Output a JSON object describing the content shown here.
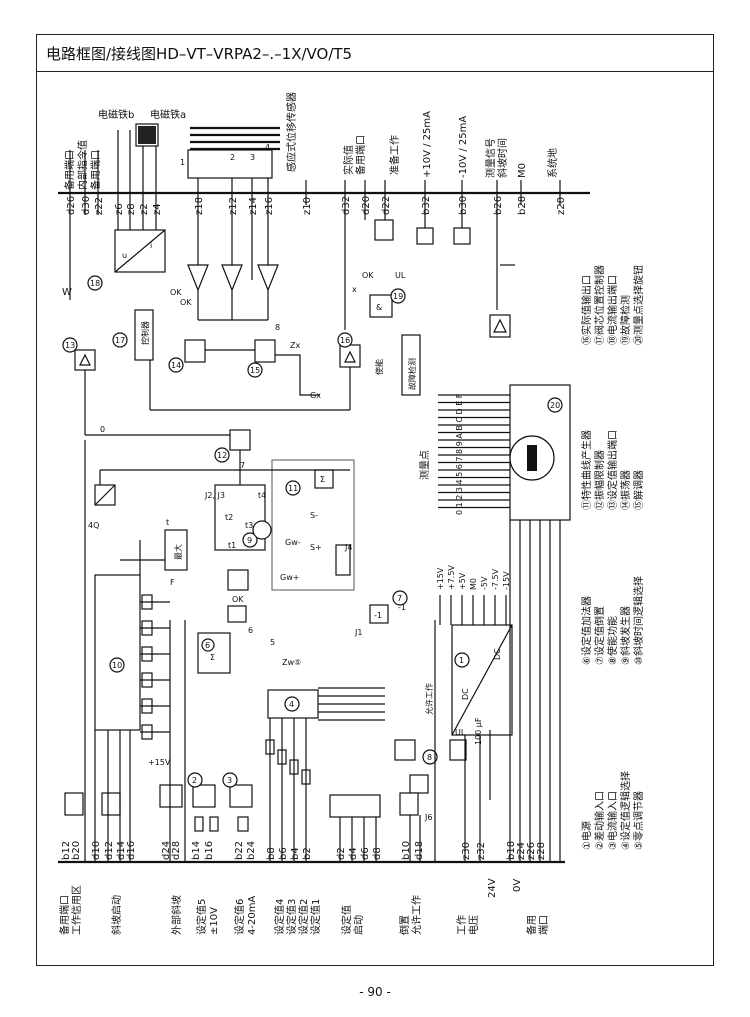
{
  "header": {
    "title": "电路框图/接线图HD–VT–VRPA2–.–1X/VO/T5"
  },
  "footer": {
    "page": "- 90 -"
  },
  "diagram": {
    "solenoids": {
      "b": "电磁铁b",
      "a": "电磁铁a"
    },
    "sensor_label": "感应式位移传感器",
    "top_labels": {
      "spare_left": "备用端口",
      "internal_cmd": "内部指令值",
      "spare_left2": "备用端口",
      "actual": "实际值",
      "spare_mid": "备用端口",
      "ready": "准备工作",
      "plus10v": "+10V / 25mA",
      "minus10v": "-10V / 25mA",
      "meas_signal": "测量信号",
      "ramp_time": "斜坡时间",
      "m0": "M0",
      "system_gnd": "系统地"
    },
    "top_pins": [
      "d26",
      "d30",
      "z22",
      "z6",
      "z8",
      "z2",
      "z4",
      "z18",
      "z12",
      "z14",
      "z16",
      "z10",
      "d32",
      "d20",
      "d22",
      "b32",
      "b30",
      "b26",
      "b28",
      "z20"
    ],
    "bottom_pins": [
      "b12",
      "b20",
      "d10",
      "d12",
      "d14",
      "d16",
      "d24",
      "d28",
      "b14",
      "b16",
      "b22",
      "b24",
      "b8",
      "b6",
      "b4",
      "b2",
      "d2",
      "d4",
      "d6",
      "d8",
      "b10",
      "d18",
      "z30",
      "z32",
      "b18",
      "z24",
      "z26",
      "z28"
    ],
    "bottom_labels": {
      "spare": "备用端口",
      "work_zone": "工作信用区",
      "ramp_start": "斜坡启动",
      "ext_ramp": "外部斜坡",
      "sp5": "设定值5",
      "pm10v": "±10V",
      "sp6": "设定值6",
      "ma420": "4-20mA",
      "sp4": "设定值4",
      "sp3": "设定值3",
      "sp2": "设定值2",
      "sp1": "设定值1",
      "sp_start": "设定值",
      "start": "启动",
      "reverse": "倒置",
      "allow_work": "允许工作",
      "work": "工作",
      "voltage": "电压",
      "v24": "24V",
      "v0": "0V",
      "spare2": "备用",
      "port": "端口"
    },
    "blocks": {
      "controller": "控制器",
      "fault_detect": "故障检测",
      "max": "最大",
      "enable": "使能",
      "allow_work_mid": "允许工作",
      "meas_points": "测量点",
      "meas_seq": "0 1 2 3 4 5 6 7 8 9 A B C D E F",
      "dc_in": "DC",
      "dc_out": "DC",
      "ok": "OK",
      "cap": "100 μF",
      "supply": [
        "+15V",
        "+7.5V",
        "+5V",
        "M0",
        "-5V",
        "-7.5V",
        "-15V"
      ]
    },
    "legend_a": [
      "⑯实际值输出口",
      "⑰阀芯位置控制器",
      "⑱电流输出端口",
      "⑲故障检测",
      "⑳测量点选择旋钮"
    ],
    "legend_b": [
      "⑪特性曲线产生器",
      "⑫振幅限制器",
      "⑬设定值输出端口",
      "⑭振荡器",
      "⑮解调器"
    ],
    "legend_c": [
      "⑥设定值加法器",
      "⑦设定值倒置",
      "⑧使能功能",
      "⑨斜坡发生器",
      "⑩斜坡时间逻辑选择"
    ],
    "legend_d": [
      "①电源",
      "②差动输入口",
      "③电流输入口",
      "④设定值逻辑选择",
      "⑤零点调节器"
    ]
  }
}
